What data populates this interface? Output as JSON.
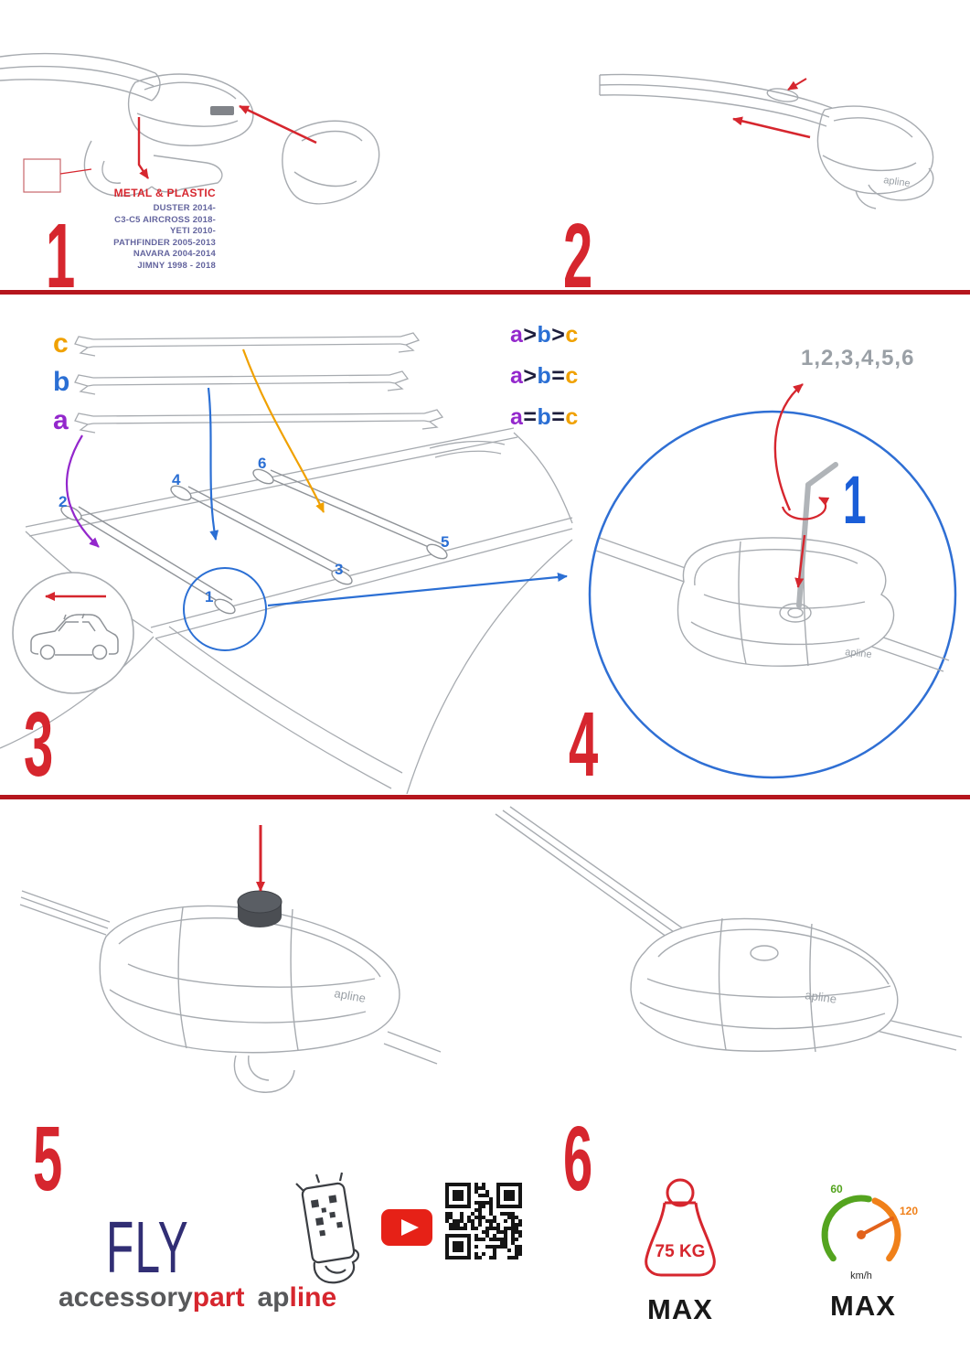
{
  "steps": {
    "step1": {
      "number": "1",
      "material_label": "METAL & PLASTIC",
      "models": [
        "DUSTER 2014-",
        "C3-C5 AIRCROSS 2018-",
        "YETI 2010-",
        "PATHFINDER 2005-2013",
        "NAVARA 2004-2014",
        "JIMNY 1998 - 2018"
      ]
    },
    "step2": {
      "number": "2"
    },
    "step3": {
      "number": "3",
      "bar_labels": {
        "a": "a",
        "b": "b",
        "c": "c"
      },
      "comparisons": [
        {
          "a": "a",
          "op1": ">",
          "b": "b",
          "op2": ">",
          "c": "c"
        },
        {
          "a": "a",
          "op1": ">",
          "b": "b",
          "op2": "=",
          "c": "c"
        },
        {
          "a": "a",
          "op1": "=",
          "b": "b",
          "op2": "=",
          "c": "c"
        }
      ],
      "positions": {
        "p1": "1",
        "p2": "2",
        "p3": "3",
        "p4": "4",
        "p5": "5",
        "p6": "6"
      }
    },
    "step4": {
      "number": "4",
      "sequence": "1,2,3,4,5,6",
      "first": "1"
    },
    "step5": {
      "number": "5"
    },
    "step6": {
      "number": "6"
    }
  },
  "branding": {
    "product": "FLY",
    "wordmark_gray": "accessory",
    "wordmark_red": "part",
    "sub_gray": "ap",
    "sub_red": "line",
    "logo_on_part": "apline"
  },
  "limits": {
    "weight_value": "75 KG",
    "weight_max": "MAX",
    "speed_60": "60",
    "speed_120": "120",
    "speed_unit": "km/h",
    "speed_max": "MAX"
  },
  "colors": {
    "red": "#d6262e",
    "divider_red": "#b5161d",
    "blue": "#2b6fd4",
    "purple": "#9327cc",
    "orange": "#f0a100",
    "navy": "#312e74",
    "gray_text": "#9aa0a6"
  }
}
